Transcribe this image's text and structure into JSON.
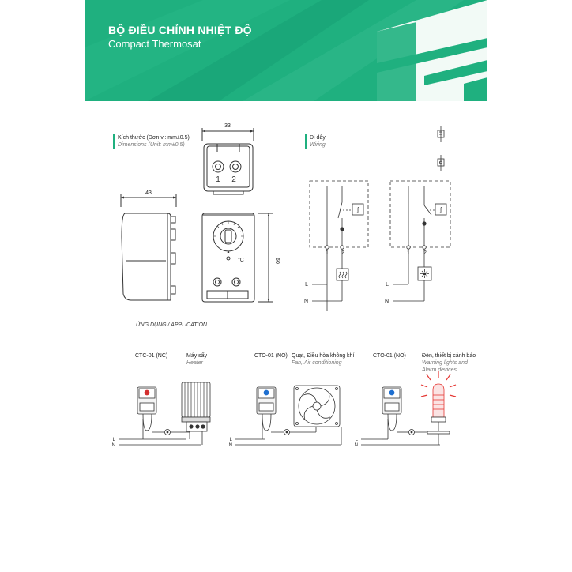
{
  "header": {
    "title_vi": "BỘ ĐIỀU CHỈNH NHIỆT ĐỘ",
    "title_en": "Compact Thermosat"
  },
  "dimensions": {
    "label_vi": "Kích thước (Đơn vị: mm±0.5)",
    "label_en": "Dimensions (Unit: mm±0.5)",
    "width": "33",
    "depth": "43",
    "height": "60",
    "terminal_1": "1",
    "terminal_2": "2",
    "unit_symbol": "°C"
  },
  "wiring": {
    "label_vi": "Đi dây",
    "label_en": "Wiring",
    "terminal_1": "1",
    "terminal_2": "2",
    "line": "L",
    "neutral": "N"
  },
  "application": {
    "title": "ỨNG DỤNG / APPLICATION",
    "items": [
      {
        "model": "CTC-01 (NC)",
        "device_vi": "Máy sấy",
        "device_en": "Heater"
      },
      {
        "model": "CTO-01 (NO)",
        "device_vi": "Quạt, Điều hòa không khí",
        "device_en": "Fan, Air conditioning"
      },
      {
        "model": "CTO-01 (NO)",
        "device_vi": "Đèn, thiết bị cảnh báo",
        "device_en": "Warning lights and",
        "device_en_2": "Alarm devices"
      }
    ],
    "line": "L",
    "neutral": "N"
  },
  "colors": {
    "brand": "#1fb07f",
    "line": "#333333",
    "alarm": "#e53935",
    "dial_red": "#d32f2f",
    "dial_blue": "#1e6fd0"
  }
}
